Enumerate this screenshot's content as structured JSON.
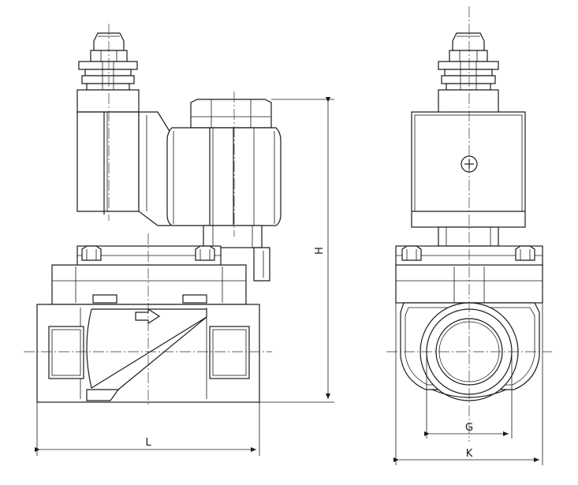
{
  "dimensions": {
    "length_label": "L",
    "height_label": "H",
    "port_label": "G",
    "width_label": "K"
  }
}
